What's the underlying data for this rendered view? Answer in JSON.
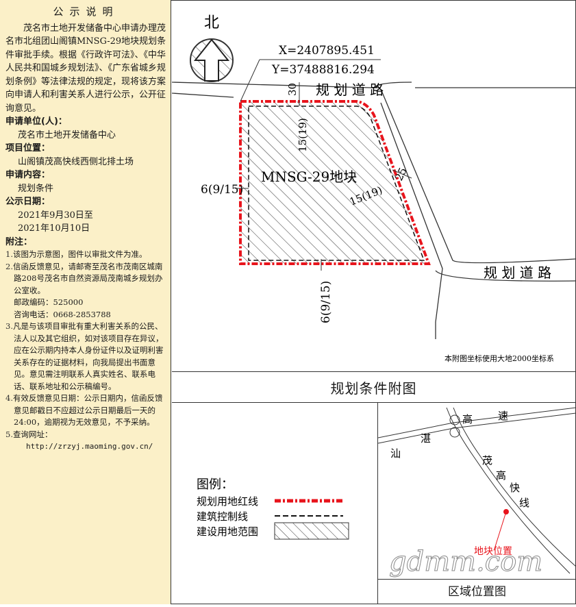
{
  "notice": {
    "title": "公示说明",
    "body": "茂名市土地开发储备中心申请办理茂名市北组团山阁镇MNSG-29地块规划条件审批手续。根据《行政许可法》、《中华人民共和国城乡规划法》、《广东省城乡规划条例》等法律法规的规定，现将该方案向申请人和利害关系人进行公示，公开征询意见。",
    "applicant_label": "申请单位(人)：",
    "applicant": "茂名市土地开发储备中心",
    "location_label": "项目位置：",
    "location": "山阁镇茂高快线西侧北排土场",
    "content_label": "申请内容：",
    "content": "规划条件",
    "date_label": "公示日期：",
    "date_start": "2021年9月30日至",
    "date_end": "2021年10月10日",
    "notes_label": "附注：",
    "notes": [
      {
        "num": "1.",
        "text": "该图为示意图，图件以审批文件为准。"
      },
      {
        "num": "2.",
        "text": "信函反馈意见，请邮寄至茂名市茂南区城南路208号茂名市自然资源局茂南城乡规划办公室收。"
      },
      {
        "num": "",
        "text": "邮政编码：525000"
      },
      {
        "num": "",
        "text": "咨询电话：0668-2853788"
      },
      {
        "num": "3.",
        "text": "凡是与该项目审批有重大利害关系的公民、法人以及其它组织，如对该项目存在异议，应在公示期内持本人身份证件以及证明利害关系存在的证据材料，向我局提出书面意见。意见需注明联系人真实姓名、联系电话、联系地址和公示稿编号。"
      },
      {
        "num": "4.",
        "text": "有效反馈意见日期：公示日期内，信函反馈意见邮戳日不应超过公示日期最后一天的24:00，逾期视为无效意见，不予采纳。"
      },
      {
        "num": "5.",
        "text": "查询网址："
      }
    ],
    "url": "http://zrzyj.maoming.gov.cn/"
  },
  "map": {
    "north": "北",
    "coord_x": "X=2407895.451",
    "coord_y": "Y=37488816.294",
    "road_top": "规 划 道 路",
    "road_right": "规 划 道 路",
    "parcel_label": "MNSG-29地块",
    "dim_30": "30",
    "dim_15_19_top": "15(19)",
    "dim_25": "25",
    "dim_15_19_right": "15(19)",
    "dim_6_left": "6(9/15)",
    "dim_6_bottom": "6(9/15)",
    "coord_note": "本附图坐标使用大地2000坐标系"
  },
  "caption": "规划条件附图",
  "legend": {
    "title": "图例：",
    "red_line": "规划用地红线",
    "control_line": "建筑控制线",
    "range": "建设用地范围"
  },
  "inset": {
    "highway_chars": [
      "高",
      "速",
      "汕",
      "湛"
    ],
    "expressway_chars": [
      "茂",
      "高",
      "快",
      "线"
    ],
    "site": "地块位置",
    "watermark": "gdmm.com",
    "caption": "区域位置图"
  },
  "colors": {
    "panel_bg": "#fbf0c8",
    "red_line": "#e8141c",
    "site_dot": "#e8141c"
  }
}
